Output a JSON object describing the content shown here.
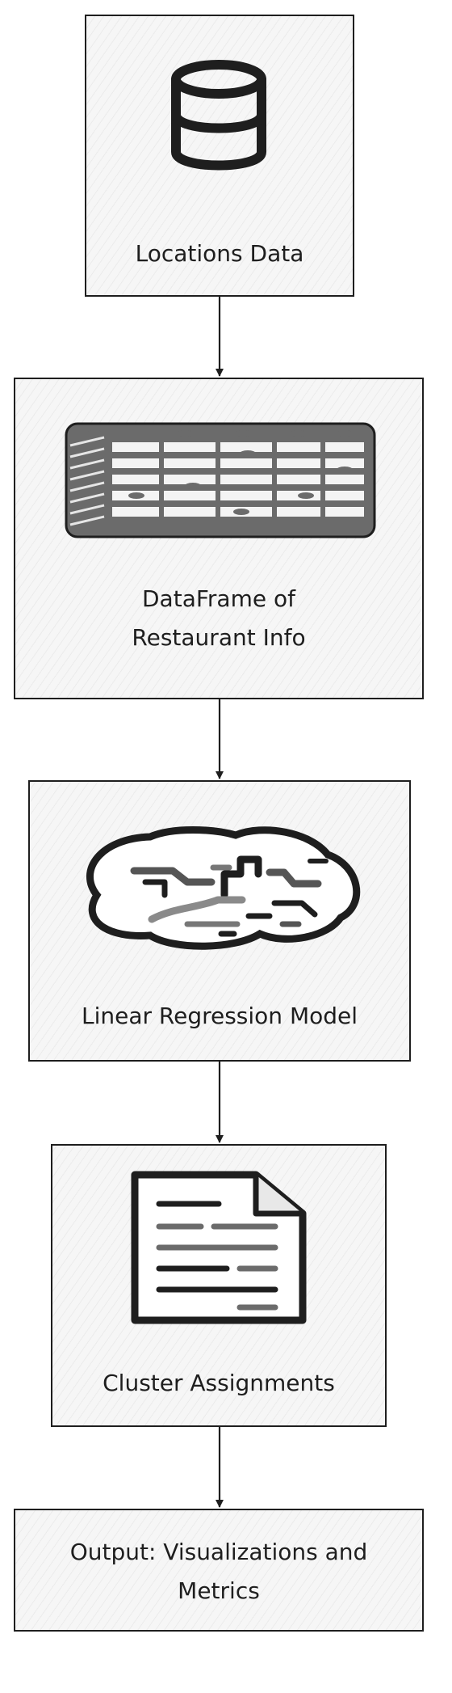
{
  "nodes": [
    {
      "id": "locations",
      "label_lines": [
        "Locations Data"
      ],
      "icon": "database-icon"
    },
    {
      "id": "dataframe",
      "label_lines": [
        "DataFrame of",
        "Restaurant Info"
      ],
      "icon": "table-icon"
    },
    {
      "id": "model",
      "label_lines": [
        "Linear Regression Model"
      ],
      "icon": "brain-icon"
    },
    {
      "id": "clusters",
      "label_lines": [
        "Cluster Assignments"
      ],
      "icon": "document-icon"
    },
    {
      "id": "output",
      "label_lines": [
        "Output: Visualizations and",
        "Metrics"
      ],
      "icon": ""
    }
  ],
  "edges": [
    {
      "from": "locations",
      "to": "dataframe"
    },
    {
      "from": "dataframe",
      "to": "model"
    },
    {
      "from": "model",
      "to": "clusters"
    },
    {
      "from": "clusters",
      "to": "output"
    }
  ],
  "colors": {
    "stroke": "#1e1e1e",
    "fill": "#f6f6f6",
    "icon": "#1e1e1e"
  }
}
